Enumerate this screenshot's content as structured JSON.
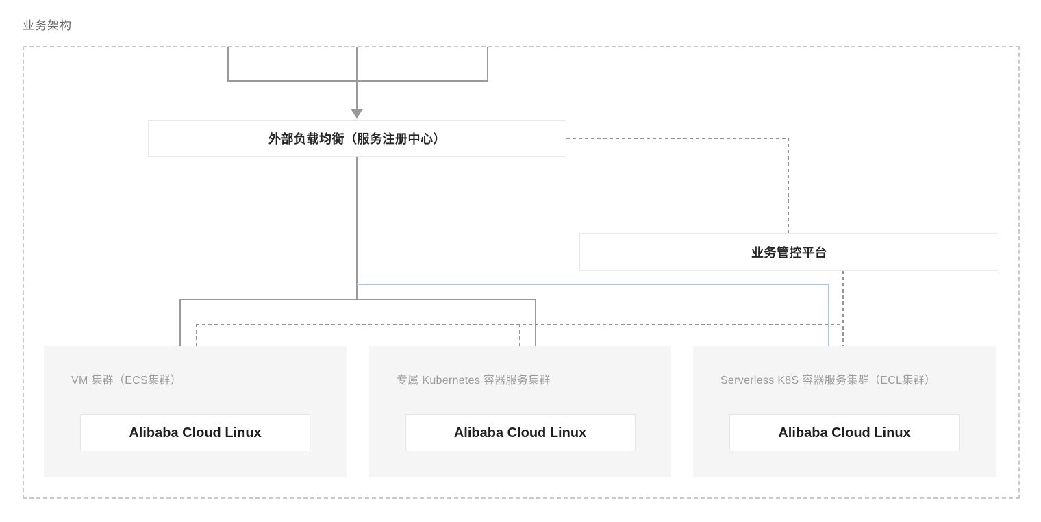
{
  "page": {
    "title": "业务架构"
  },
  "diagram": {
    "load_balancer": {
      "label": "外部负载均衡（服务注册中心）"
    },
    "control_platform": {
      "label": "业务管控平台"
    },
    "clusters": [
      {
        "label": "VM 集群（ECS集群）",
        "os": "Alibaba Cloud Linux"
      },
      {
        "label": "专属 Kubernetes 容器服务集群",
        "os": "Alibaba Cloud Linux"
      },
      {
        "label": "Serverless K8S 容器服务集群（ECL集群）",
        "os": "Alibaba Cloud Linux"
      }
    ],
    "colors": {
      "connector_gray": "#999999",
      "connector_dashed": "#949494",
      "connector_blue": "#a8c6f2",
      "frame_dash": "#c9c9c9",
      "cluster_background": "#f5f5f5",
      "node_border": "#e9e9e9",
      "label_gray": "#9b9b9b",
      "text_dark": "#262626"
    }
  }
}
